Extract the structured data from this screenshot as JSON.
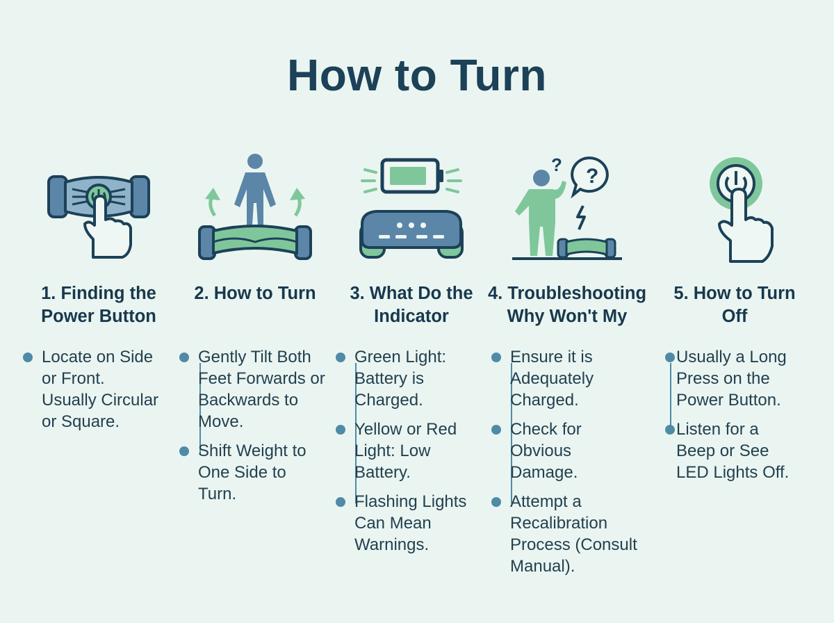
{
  "title": "How to Turn",
  "colors": {
    "navy": "#1c4158",
    "blue": "#4f8aa6",
    "green": "#7fc79a",
    "background": "#eaf5f1"
  },
  "steps": [
    {
      "icon": "power-button-hoverboard-icon",
      "heading_lines": [
        "1. Finding the",
        "Power Button"
      ],
      "bullets": [
        {
          "lines": [
            "Locate on Side",
            "or Front.",
            "Usually Circular",
            "or Square."
          ]
        }
      ]
    },
    {
      "icon": "rider-tilting-icon",
      "heading_lines": [
        "2. How to Turn"
      ],
      "bullets": [
        {
          "lines": [
            "Gently Tilt Both",
            "Feet Forwards or",
            "Backwards to",
            "Move."
          ]
        },
        {
          "lines": [
            "Shift Weight to",
            "One Side to",
            "Turn."
          ]
        }
      ]
    },
    {
      "icon": "battery-indicator-icon",
      "heading_lines": [
        "3. What Do the",
        "Indicator"
      ],
      "bullets": [
        {
          "lines": [
            "Green Light:",
            "Battery is",
            "Charged."
          ]
        },
        {
          "lines": [
            "Yellow or Red",
            "Light: Low",
            "Battery."
          ]
        },
        {
          "lines": [
            "Flashing Lights",
            "Can Mean",
            "Warnings."
          ]
        }
      ]
    },
    {
      "icon": "troubleshooting-person-icon",
      "heading_lines": [
        "4. Troubleshooting",
        "Why Won't My"
      ],
      "bullets": [
        {
          "lines": [
            "Ensure it is",
            "Adequately",
            "Charged."
          ]
        },
        {
          "lines": [
            "Check for",
            "Obvious",
            "Damage."
          ]
        },
        {
          "lines": [
            "Attempt a",
            "Recalibration",
            "Process (Consult",
            "Manual)."
          ]
        }
      ]
    },
    {
      "icon": "power-press-hand-icon",
      "heading_lines": [
        "5. How to Turn",
        "Off"
      ],
      "bullets": [
        {
          "lines": [
            "Usually a Long",
            "Press on the",
            "Power Button."
          ]
        },
        {
          "lines": [
            "Listen for a",
            "Beep or See",
            "LED Lights Off."
          ]
        }
      ]
    }
  ]
}
